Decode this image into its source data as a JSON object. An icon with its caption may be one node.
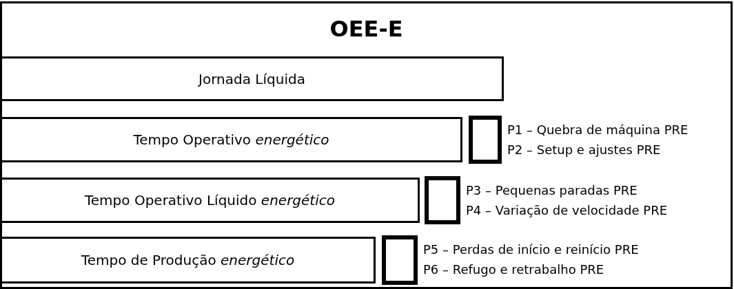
{
  "diagram": {
    "nodes": [
      {
        "text": [
          "OEE-E"
        ]
      },
      {
        "text": [
          "Jornada Líquida"
        ],
        "in": 0
      },
      {
        "text": [
          "Tempo Operativo *energético*"
        ],
        "in": 0
      },
      {
        "text": [],
        "shape": "box",
        "in": 0,
        "beside": [
          "P1 – Quebra de máquina PRE",
          "P2 – Setup e ajustes PRE"
        ]
      },
      {
        "text": [
          "Tempo Operativo Líquido *energético*"
        ],
        "in": 0
      },
      {
        "text": [],
        "shape": "box",
        "in": 0,
        "beside": [
          "P3 – Pequenas paradas PRE",
          "P4 – Variação de velocidade PRE"
        ]
      },
      {
        "text": [
          "Tempo de Produção *energético*"
        ],
        "in": 0
      },
      {
        "text": [],
        "shape": "box",
        "in": 0,
        "beside": [
          "P5 – Perdas de início e reinício PRE",
          "P6 – Refugo e retrabalho PRE"
        ]
      }
    ]
  }
}
